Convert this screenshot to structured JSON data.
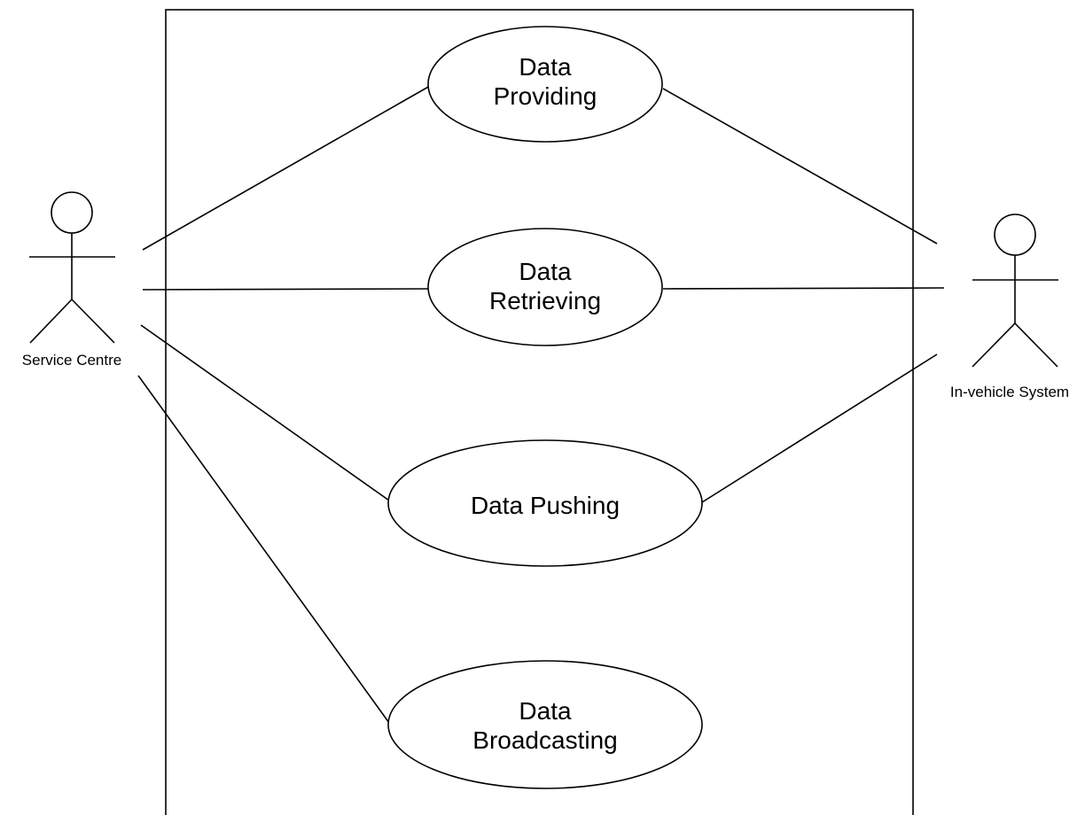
{
  "diagram": {
    "type": "use-case",
    "actors": {
      "service_centre": {
        "label": "Service Centre"
      },
      "in_vehicle_system": {
        "label": "In-vehicle System"
      }
    },
    "use_cases": {
      "data_providing": {
        "line1": "Data",
        "line2": "Providing"
      },
      "data_retrieving": {
        "line1": "Data",
        "line2": "Retrieving"
      },
      "data_pushing": {
        "label": "Data Pushing"
      },
      "data_broadcasting": {
        "line1": "Data",
        "line2": "Broadcasting"
      }
    },
    "associations": [
      {
        "actor": "Service Centre",
        "use_case": "Data Providing"
      },
      {
        "actor": "Service Centre",
        "use_case": "Data Retrieving"
      },
      {
        "actor": "Service Centre",
        "use_case": "Data Pushing"
      },
      {
        "actor": "Service Centre",
        "use_case": "Data Broadcasting"
      },
      {
        "actor": "In-vehicle System",
        "use_case": "Data Providing"
      },
      {
        "actor": "In-vehicle System",
        "use_case": "Data Retrieving"
      },
      {
        "actor": "In-vehicle System",
        "use_case": "Data Pushing"
      }
    ]
  }
}
